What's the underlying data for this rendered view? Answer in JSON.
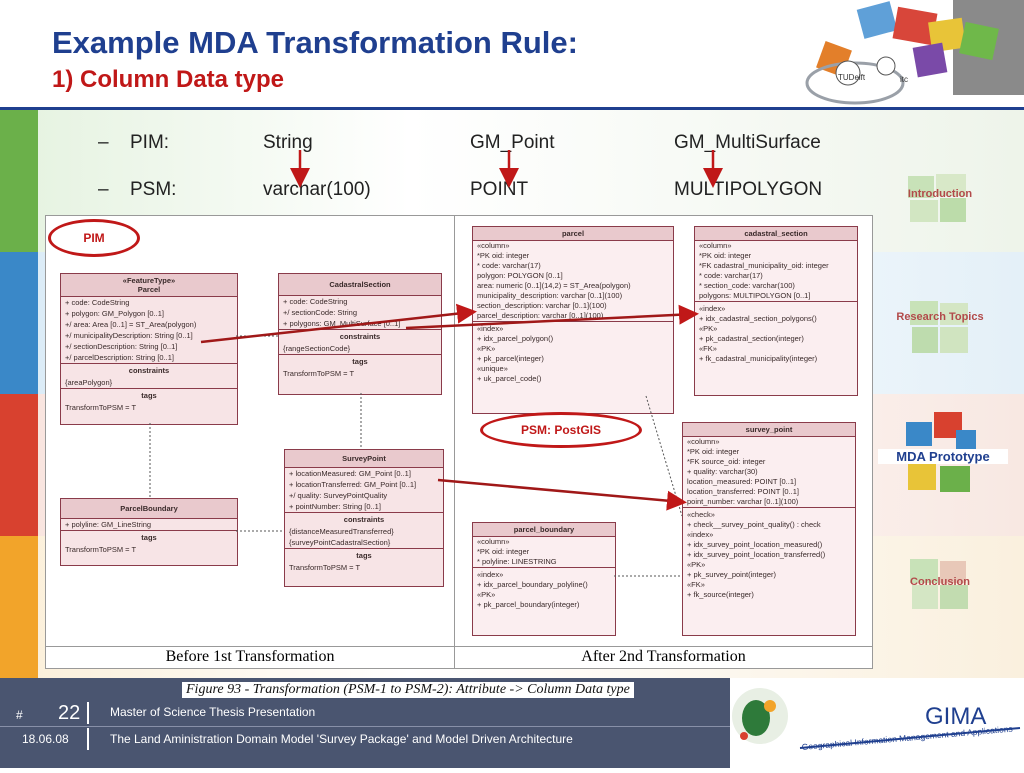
{
  "header": {
    "title": "Example MDA Transformation Rule:",
    "subtitle": "1) Column Data type"
  },
  "logos": {
    "tudelft": "TUDelft",
    "itc": "itc",
    "gima": "GIMA",
    "gima_sub": "Geographical Information Management and Applications"
  },
  "mapping": {
    "rows": [
      {
        "dash": "–",
        "label": "PIM:",
        "c1": "String",
        "c2": "GM_Point",
        "c3": "GM_MultiSurface"
      },
      {
        "dash": "–",
        "label": "PSM:",
        "c1": "varchar(100)",
        "c2": "POINT",
        "c3": "MULTIPOLYGON"
      }
    ]
  },
  "sidenav": {
    "items": [
      "Introduction",
      "Research Topics",
      "MDA Prototype",
      "Conclusion"
    ]
  },
  "colors": {
    "accent_blue": "#1f3f8f",
    "accent_red": "#c01818",
    "footer_bg": "#4a5570"
  },
  "figure": {
    "pim_label": "PIM",
    "psm_label": "PSM: PostGIS",
    "caption_left": "Before 1st Transformation",
    "caption_right": "After 2nd Transformation",
    "figure_caption": "Figure 93 - Transformation (PSM-1 to PSM-2): Attribute -> Column Data type",
    "parcel": {
      "stereo": "«FeatureType»",
      "name": "Parcel",
      "attrs": [
        "+  code: CodeString",
        "+  polygon: GM_Polygon [0..1]",
        "+/ area: Area [0..1] = ST_Area(polygon)",
        "+/ municipalityDescription: String [0..1]",
        "+/ sectionDescription: String [0..1]",
        "+/ parcelDescription: String [0..1]"
      ],
      "constraints_label": "constraints",
      "constraints": "{areaPolygon}",
      "tags_label": "tags",
      "tags": "TransformToPSM = T"
    },
    "cadastral": {
      "name": "CadastralSection",
      "attrs": [
        "+  code: CodeString",
        "+/ sectionCode: String",
        "+  polygons: GM_MultiSurface [0..1]"
      ],
      "constraints_label": "constraints",
      "constraints": "{rangeSectionCode}",
      "tags_label": "tags",
      "tags": "TransformToPSM = T"
    },
    "boundary": {
      "name": "ParcelBoundary",
      "attrs": [
        "+  polyline: GM_LineString"
      ],
      "tags_label": "tags",
      "tags": "TransformToPSM = T"
    },
    "survey": {
      "name": "SurveyPoint",
      "attrs": [
        "+  locationMeasured: GM_Point [0..1]",
        "+  locationTransferred: GM_Point [0..1]",
        "+/ quality: SurveyPointQuality",
        "+  pointNumber: String [0..1]"
      ],
      "constraints_label": "constraints",
      "constraints": [
        "{distanceMeasuredTransferred}",
        "{surveyPointCadastralSection}"
      ],
      "tags_label": "tags",
      "tags": "TransformToPSM = T"
    },
    "t_parcel": {
      "name": "parcel",
      "rows": [
        "«column»",
        "*PK oid: integer",
        "*   code: varchar(17)",
        "    polygon: POLYGON [0..1]",
        "    area: numeric [0..1](14,2) = ST_Area(polygon)",
        "    municipality_description: varchar [0..1](100)",
        "    section_description: varchar [0..1](100)",
        "    parcel_description: varchar [0..1](100)"
      ],
      "rows2": [
        "«index»",
        "+   idx_parcel_polygon()",
        "«PK»",
        "+   pk_parcel(integer)",
        "«unique»",
        "+   uk_parcel_code()"
      ]
    },
    "t_cadastral": {
      "name": "cadastral_section",
      "rows": [
        "«column»",
        "*PK oid: integer",
        "*FK cadastral_municipality_oid: integer",
        "*   code: varchar(17)",
        "*   section_code: varchar(100)",
        "    polygons: MULTIPOLYGON [0..1]"
      ],
      "rows2": [
        "«index»",
        "+   idx_cadastral_section_polygons()",
        "«PK»",
        "+   pk_cadastral_section(integer)",
        "«FK»",
        "+   fk_cadastral_municipality(integer)"
      ]
    },
    "t_survey": {
      "name": "survey_point",
      "rows": [
        "«column»",
        "*PK oid: integer",
        "*FK source_oid: integer",
        "+   quality: varchar(30)",
        "    location_measured: POINT [0..1]",
        "    location_transferred: POINT [0..1]",
        "    point_number: varchar [0..1](100)"
      ],
      "rows2": [
        "«check»",
        "+   check__survey_point_quality() : check",
        "«index»",
        "+   idx_survey_point_location_measured()",
        "+   idx_survey_point_location_transferred()",
        "«PK»",
        "+   pk_survey_point(integer)",
        "«FK»",
        "+   fk_source(integer)"
      ]
    },
    "t_boundary": {
      "name": "parcel_boundary",
      "rows": [
        "«column»",
        "*PK oid: integer",
        "*   polyline: LINESTRING"
      ],
      "rows2": [
        "«index»",
        "+   idx_parcel_boundary_polyline()",
        "«PK»",
        "+   pk_parcel_boundary(integer)"
      ]
    }
  },
  "footer": {
    "hash": "#",
    "page": "22",
    "date": "18.06.08",
    "line1": "Master of Science Thesis Presentation",
    "line2": "The Land Aministration Domain Model 'Survey Package' and Model Driven Architecture"
  }
}
